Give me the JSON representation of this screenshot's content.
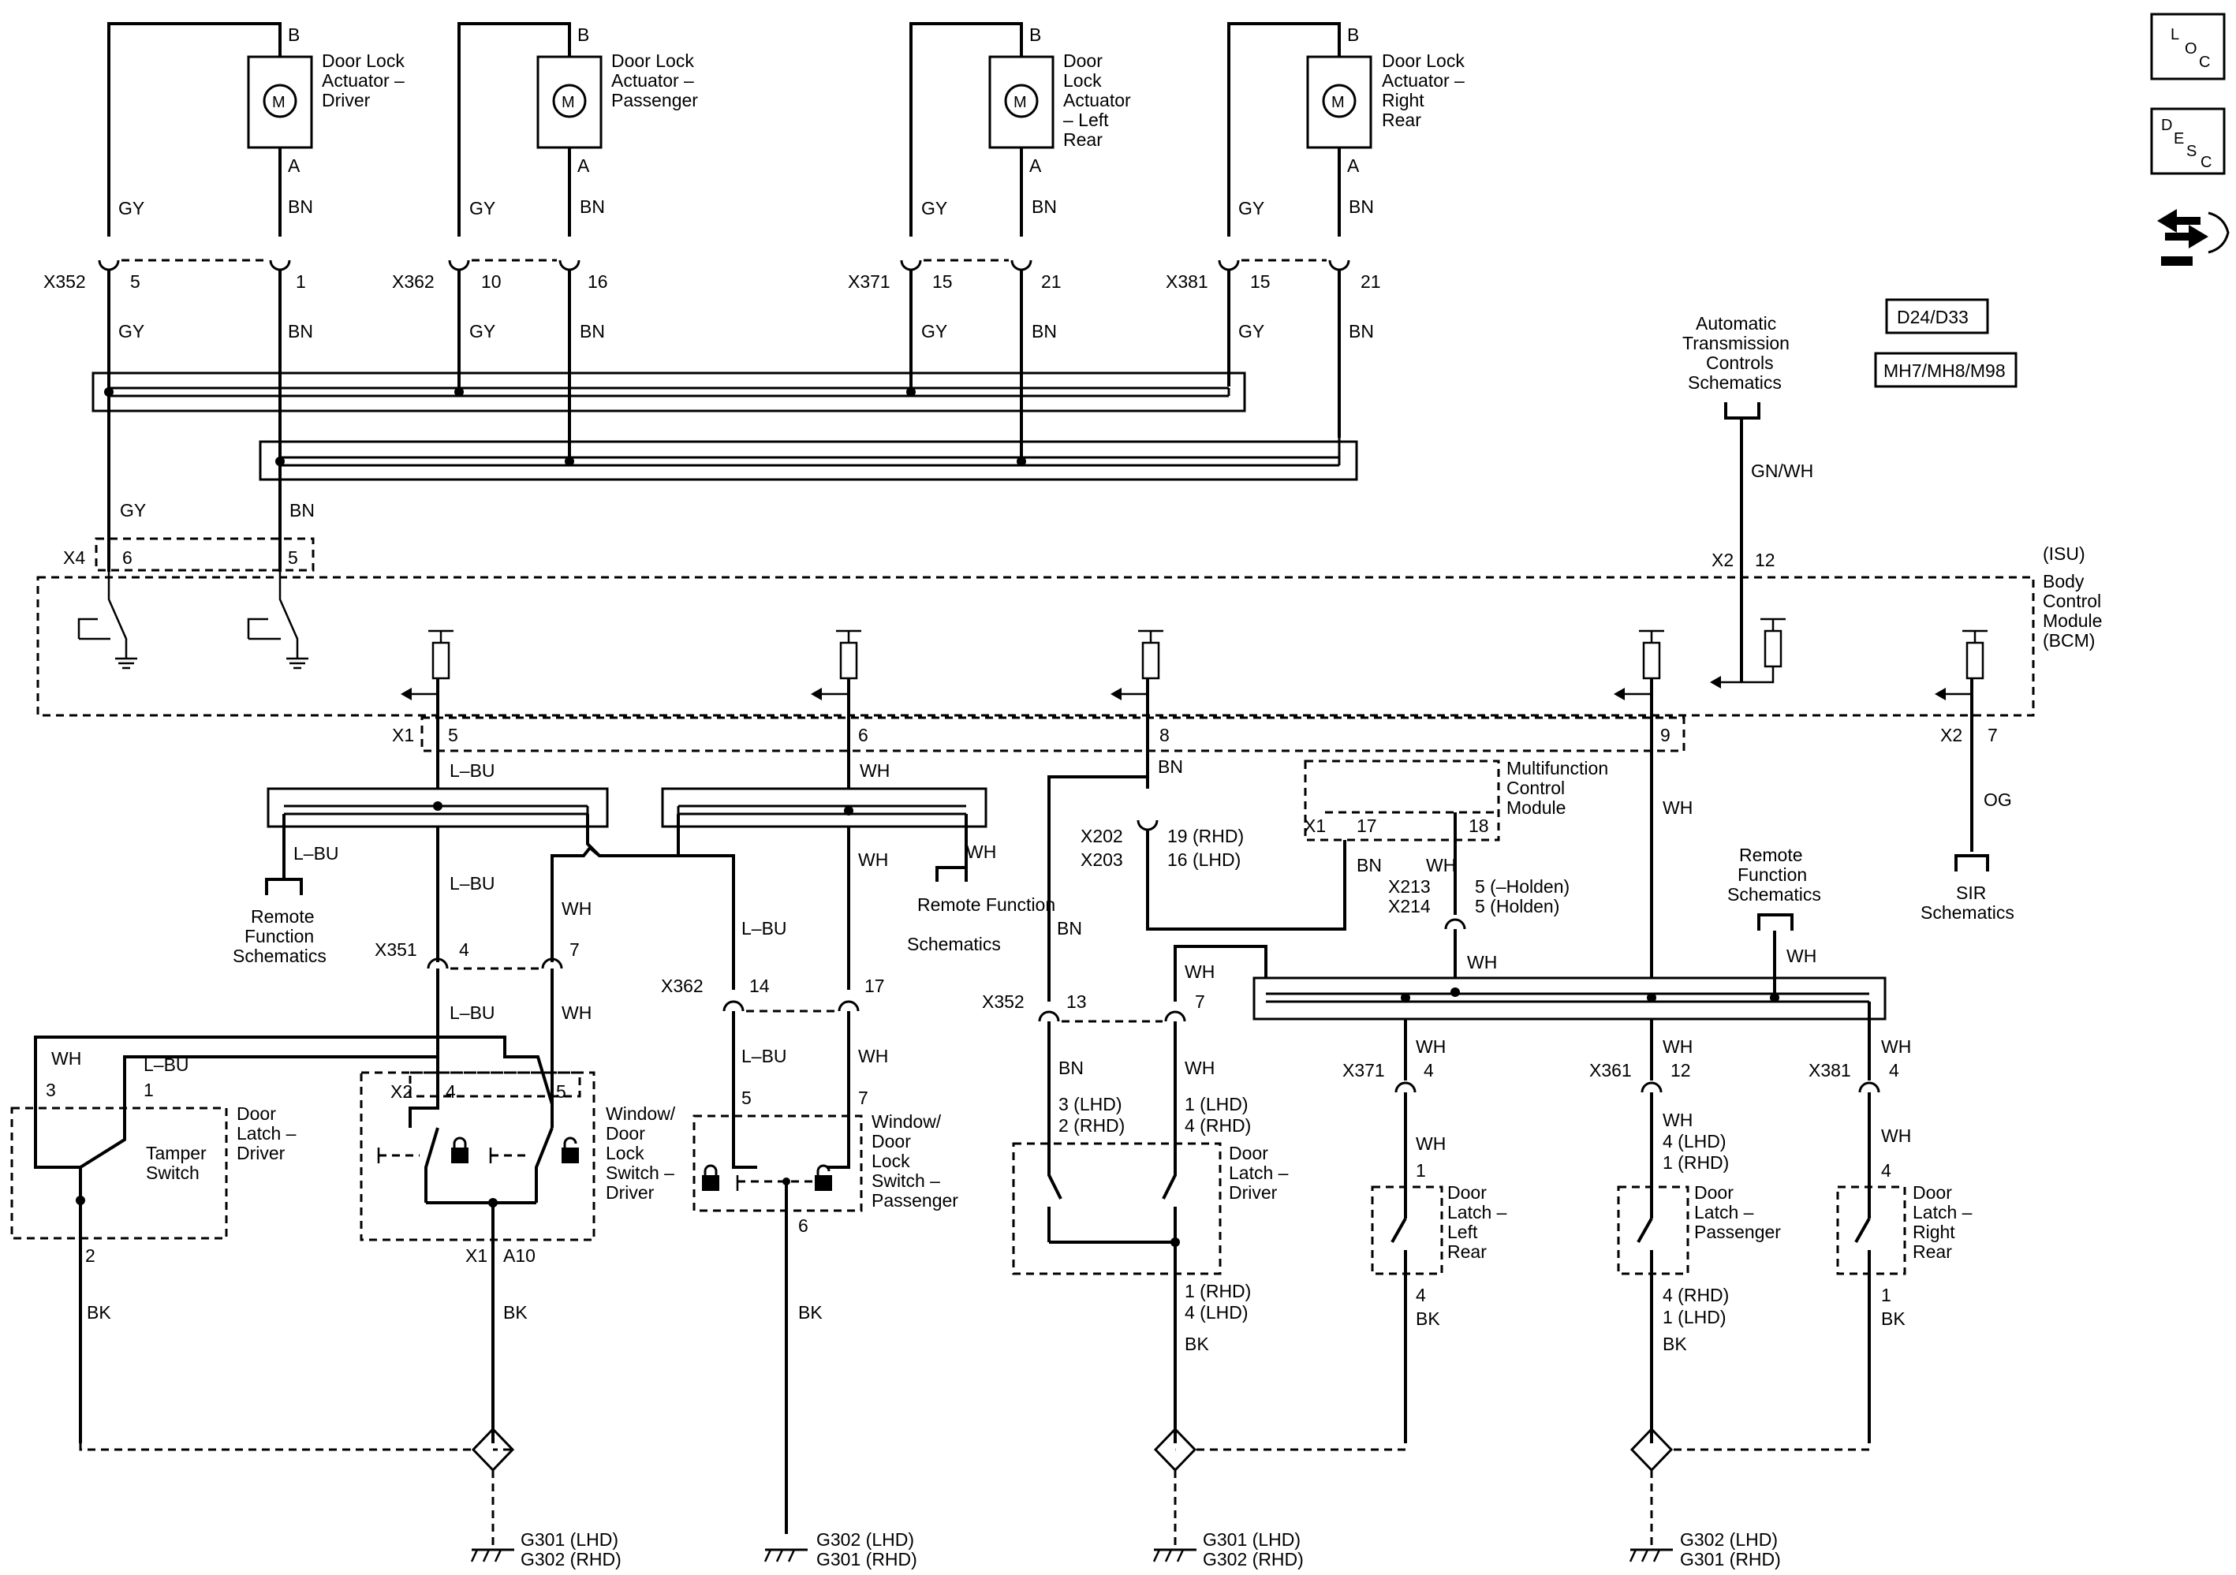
{
  "actuators": [
    {
      "title": [
        "Door Lock",
        "Actuator –",
        "Driver"
      ],
      "pin_top": "B",
      "pin_bottom": "A",
      "motor": "M",
      "left_color": "GY",
      "right_color": "BN",
      "connector": "X352",
      "left_pin": "5",
      "right_pin": "1",
      "left_color2": "GY",
      "right_color2": "BN"
    },
    {
      "title": [
        "Door Lock",
        "Actuator –",
        "Passenger"
      ],
      "pin_top": "B",
      "pin_bottom": "A",
      "motor": "M",
      "left_color": "GY",
      "right_color": "BN",
      "connector": "X362",
      "left_pin": "10",
      "right_pin": "16",
      "left_color2": "GY",
      "right_color2": "BN"
    },
    {
      "title": [
        "Door",
        "Lock",
        "Actuator",
        "– Left",
        "Rear"
      ],
      "pin_top": "B",
      "pin_bottom": "A",
      "motor": "M",
      "left_color": "GY",
      "right_color": "BN",
      "connector": "X371",
      "left_pin": "15",
      "right_pin": "21",
      "left_color2": "GY",
      "right_color2": "BN"
    },
    {
      "title": [
        "Door Lock",
        "Actuator –",
        "Right",
        "Rear"
      ],
      "pin_top": "B",
      "pin_bottom": "A",
      "motor": "M",
      "left_color": "GY",
      "right_color": "BN",
      "connector": "X381",
      "left_pin": "15",
      "right_pin": "21",
      "left_color2": "GY",
      "right_color2": "BN"
    }
  ],
  "bcm": {
    "title": [
      "(ISU)",
      "Body",
      "Control",
      "Module",
      "(BCM)"
    ],
    "x4": {
      "connector": "X4",
      "pin_a": "6",
      "pin_b": "5",
      "color_a": "GY",
      "color_b": "BN"
    },
    "x2_top": {
      "connector": "X2",
      "pin": "12"
    },
    "outputs": [
      {
        "connector": "X1",
        "pin": "5"
      },
      {
        "pin": "6"
      },
      {
        "pin": "8"
      },
      {
        "pin": "9"
      },
      {
        "connector": "X2",
        "pin": "7"
      }
    ]
  },
  "atc": {
    "title": [
      "Automatic",
      "Transmission",
      "Controls",
      "Schematics"
    ],
    "wire": "GN/WH"
  },
  "options": [
    "D24/D33",
    "MH7/MH8/M98"
  ],
  "side_icons": {
    "loc": [
      "L",
      "O",
      "C"
    ],
    "desc": [
      "D",
      "E",
      "S",
      "C"
    ],
    "nav": "nav-arrows-icon"
  },
  "wires": {
    "lbu": "L–BU",
    "wh": "WH",
    "bn": "BN",
    "bk": "BK",
    "og": "OG"
  },
  "remote_left": [
    "Remote",
    "Function",
    "Schematics"
  ],
  "remote_mid": [
    "Remote Function",
    "Schematics"
  ],
  "remote_right": [
    "Remote",
    "Function",
    "Schematics"
  ],
  "sir": [
    "SIR",
    "Schematics"
  ],
  "x351": {
    "connector": "X351",
    "pin_a": "4",
    "pin_b": "7"
  },
  "x362b": {
    "connector": "X362",
    "pin_a": "14",
    "pin_b": "17"
  },
  "x352b": {
    "connector": "X352",
    "pin_a": "13",
    "pin_b": "7"
  },
  "x202": {
    "connector_a": "X202",
    "connector_b": "X203",
    "pin_a": "19 (RHD)",
    "pin_b": "16 (LHD)"
  },
  "mcm": {
    "title": [
      "Multifunction",
      "Control",
      "Module"
    ],
    "connector": "X1",
    "pin_a": "17",
    "pin_b": "18"
  },
  "x213": {
    "connector_a": "X213",
    "connector_b": "X214",
    "pin_a": "5 (–Holden)",
    "pin_b": "5 (Holden)"
  },
  "door_latch_driver_left": {
    "title": [
      "Door",
      "Latch –",
      "Driver"
    ],
    "switch": [
      "Tamper",
      "Switch"
    ],
    "pin_a": "3",
    "pin_b": "1",
    "pin_c": "2"
  },
  "window_switch_driver": {
    "title": [
      "Window/",
      "Door",
      "Lock",
      "Switch –",
      "Driver"
    ],
    "connector": "X2",
    "pin_a": "4",
    "pin_b": "5",
    "ground_conn": "X1",
    "ground_pin": "A10"
  },
  "window_switch_pass": {
    "title": [
      "Window/",
      "Door",
      "Lock",
      "Switch –",
      "Passenger"
    ],
    "pin_a": "5",
    "pin_b": "7",
    "pin_c": "6"
  },
  "door_latch_driver_right": {
    "title": [
      "Door",
      "Latch –",
      "Driver"
    ],
    "pin_a": "3 (LHD)",
    "pin_a2": "2 (RHD)",
    "pin_b": "1 (LHD)",
    "pin_b2": "4 (RHD)",
    "pin_c": "1 (RHD)",
    "pin_c2": "4 (LHD)"
  },
  "latch_lr": {
    "connector": "X371",
    "pin": "4",
    "title": [
      "Door",
      "Latch –",
      "Left",
      "Rear"
    ],
    "pin_in": "1",
    "pin_out": "4"
  },
  "latch_pass": {
    "connector": "X361",
    "pin": "12",
    "title": [
      "Door",
      "Latch –",
      "Passenger"
    ],
    "pin_in": "4 (LHD)",
    "pin_in2": "1 (RHD)",
    "pin_out": "4 (RHD)",
    "pin_out2": "1 (LHD)"
  },
  "latch_rr": {
    "connector": "X381",
    "pin": "4",
    "title": [
      "Door",
      "Latch –",
      "Right",
      "Rear"
    ],
    "pin_in": "4",
    "pin_out": "1"
  },
  "grounds": [
    {
      "a": "G301 (LHD)",
      "b": "G302 (RHD)"
    },
    {
      "a": "G302 (LHD)",
      "b": "G301 (RHD)"
    },
    {
      "a": "G301 (LHD)",
      "b": "G302 (RHD)"
    },
    {
      "a": "G302 (LHD)",
      "b": "G301 (RHD)"
    }
  ]
}
